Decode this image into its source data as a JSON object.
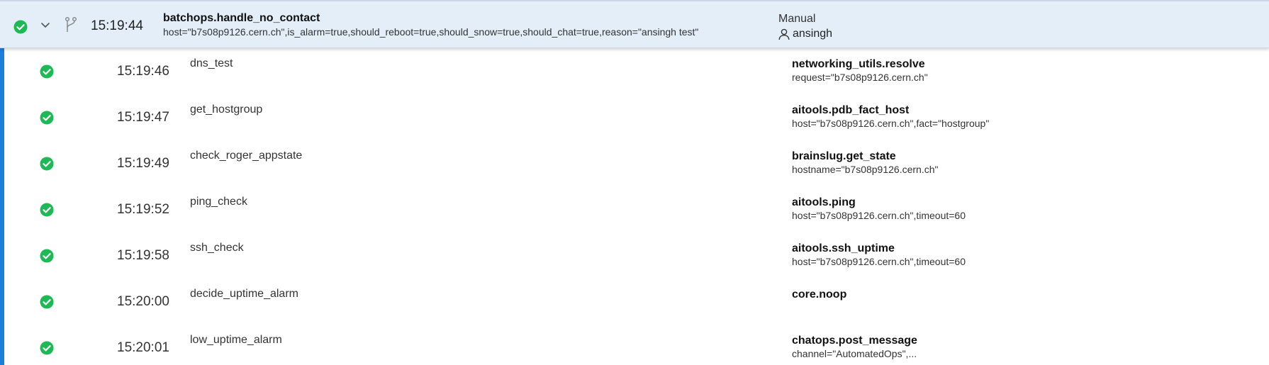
{
  "header": {
    "status": "success",
    "time": "15:19:44",
    "action": "batchops.handle_no_contact",
    "params": "host=\"b7s08p9126.cern.ch\",is_alarm=true,should_reboot=true,should_snow=true,should_chat=true,reason=\"ansingh test\"",
    "trigger": "Manual",
    "user": "ansingh"
  },
  "tasks": [
    {
      "status": "success",
      "time": "15:19:46",
      "name": "dns_test",
      "action": "networking_utils.resolve",
      "params": "request=\"b7s08p9126.cern.ch\""
    },
    {
      "status": "success",
      "time": "15:19:47",
      "name": "get_hostgroup",
      "action": "aitools.pdb_fact_host",
      "params": "host=\"b7s08p9126.cern.ch\",fact=\"hostgroup\""
    },
    {
      "status": "success",
      "time": "15:19:49",
      "name": "check_roger_appstate",
      "action": "brainslug.get_state",
      "params": "hostname=\"b7s08p9126.cern.ch\""
    },
    {
      "status": "success",
      "time": "15:19:52",
      "name": "ping_check",
      "action": "aitools.ping",
      "params": "host=\"b7s08p9126.cern.ch\",timeout=60"
    },
    {
      "status": "success",
      "time": "15:19:58",
      "name": "ssh_check",
      "action": "aitools.ssh_uptime",
      "params": "host=\"b7s08p9126.cern.ch\",timeout=60"
    },
    {
      "status": "success",
      "time": "15:20:00",
      "name": "decide_uptime_alarm",
      "action": "core.noop",
      "params": ""
    },
    {
      "status": "success",
      "time": "15:20:01",
      "name": "low_uptime_alarm",
      "action": "chatops.post_message",
      "params": "channel=\"AutomatedOps\",",
      "params_more": "..."
    }
  ],
  "colors": {
    "success": "#1db954",
    "accent_bar": "#1a7fd9",
    "header_bg": "#e3eef9"
  },
  "icons": {
    "status": "check-circle-icon",
    "expand": "chevron-down-icon",
    "workflow": "branch-icon",
    "user": "user-icon"
  }
}
